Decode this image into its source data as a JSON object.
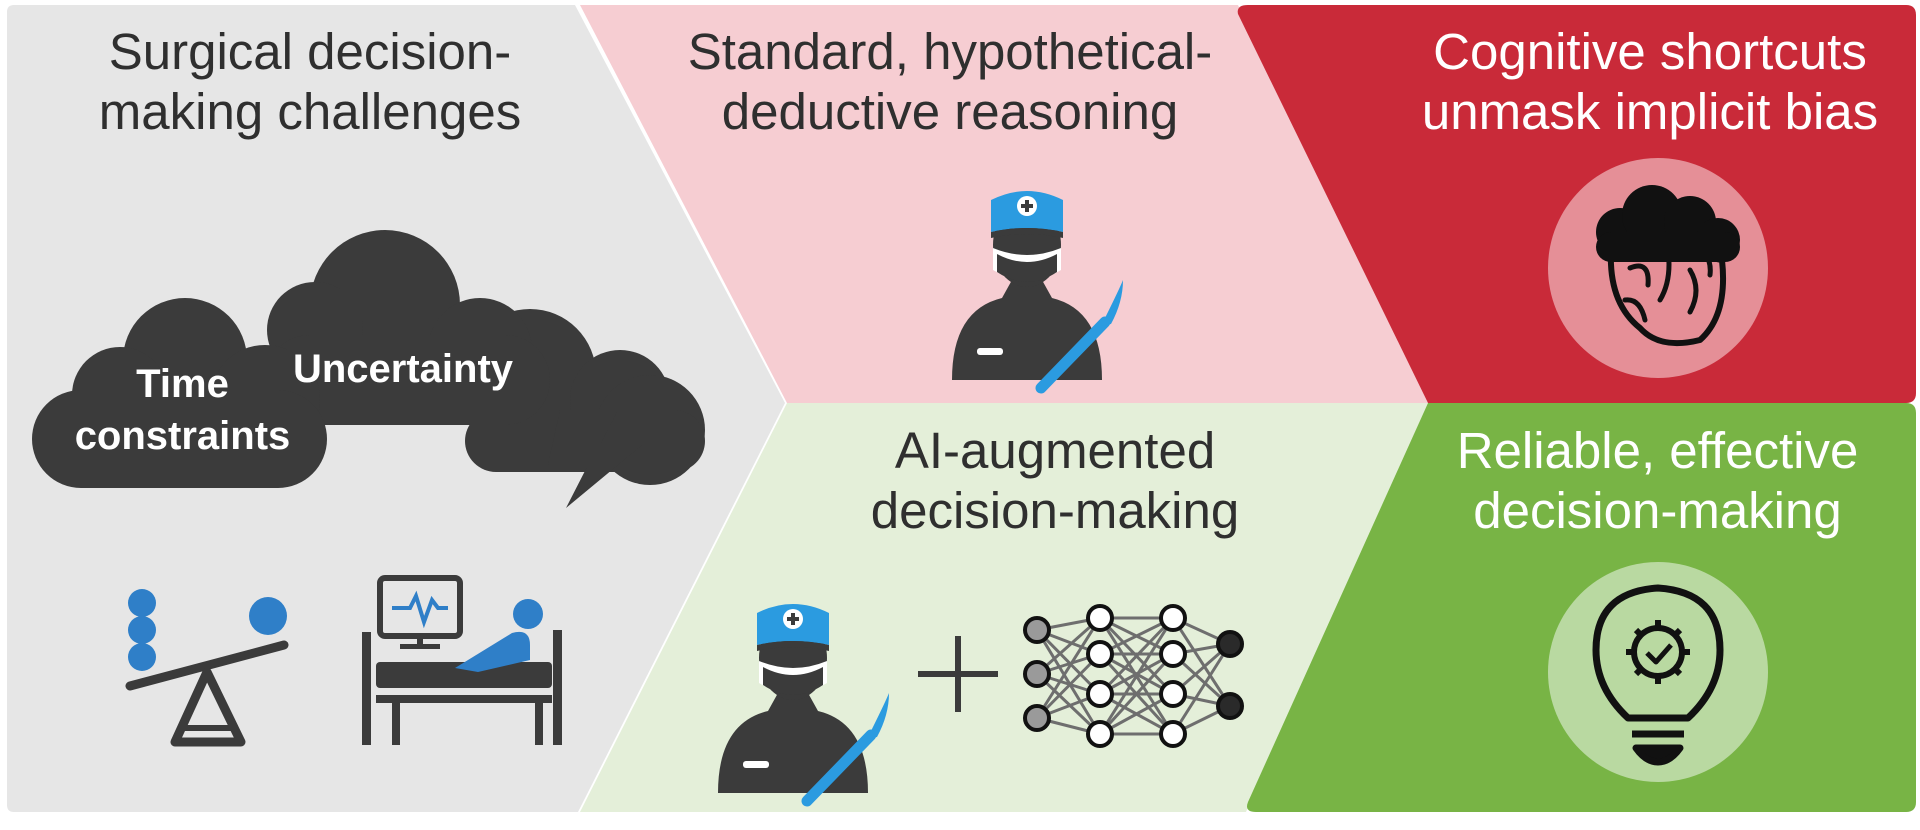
{
  "panels": {
    "challenges": {
      "title_line1": "Surgical decision-",
      "title_line2": "making challenges",
      "cloud_label_time_1": "Time",
      "cloud_label_time_2": "constraints",
      "cloud_label_uncertainty": "Uncertainty",
      "background_color": "#e6e6e6"
    },
    "standard": {
      "title_line1": "Standard, hypothetical-",
      "title_line2": "deductive reasoning",
      "background_color": "#f6cdd2"
    },
    "ai": {
      "title_line1": "AI-augmented",
      "title_line2": "decision-making",
      "background_color": "#e4efd9"
    },
    "bias": {
      "title_line1": "Cognitive shortcuts",
      "title_line2": "unmask implicit bias",
      "background_color": "#c92a39"
    },
    "reliable": {
      "title_line1": "Reliable, effective",
      "title_line2": "decision-making",
      "background_color": "#78b445"
    }
  },
  "icons": {
    "storm_clouds": "storm-cloud-icon",
    "lightning": "lightning-icon",
    "balance_scale": "seesaw-balance-icon",
    "patient_bed": "hospital-bed-monitor-icon",
    "surgeon": "surgeon-scalpel-icon",
    "plus": "plus-icon",
    "neural_network": "neural-network-icon",
    "brain_cloud": "clouded-brain-icon",
    "lightbulb": "lightbulb-gear-icon"
  },
  "colors": {
    "icon_dark": "#3b3b3b",
    "icon_blue": "#2f7fc8",
    "surgeon_cap": "#2b9be0"
  }
}
